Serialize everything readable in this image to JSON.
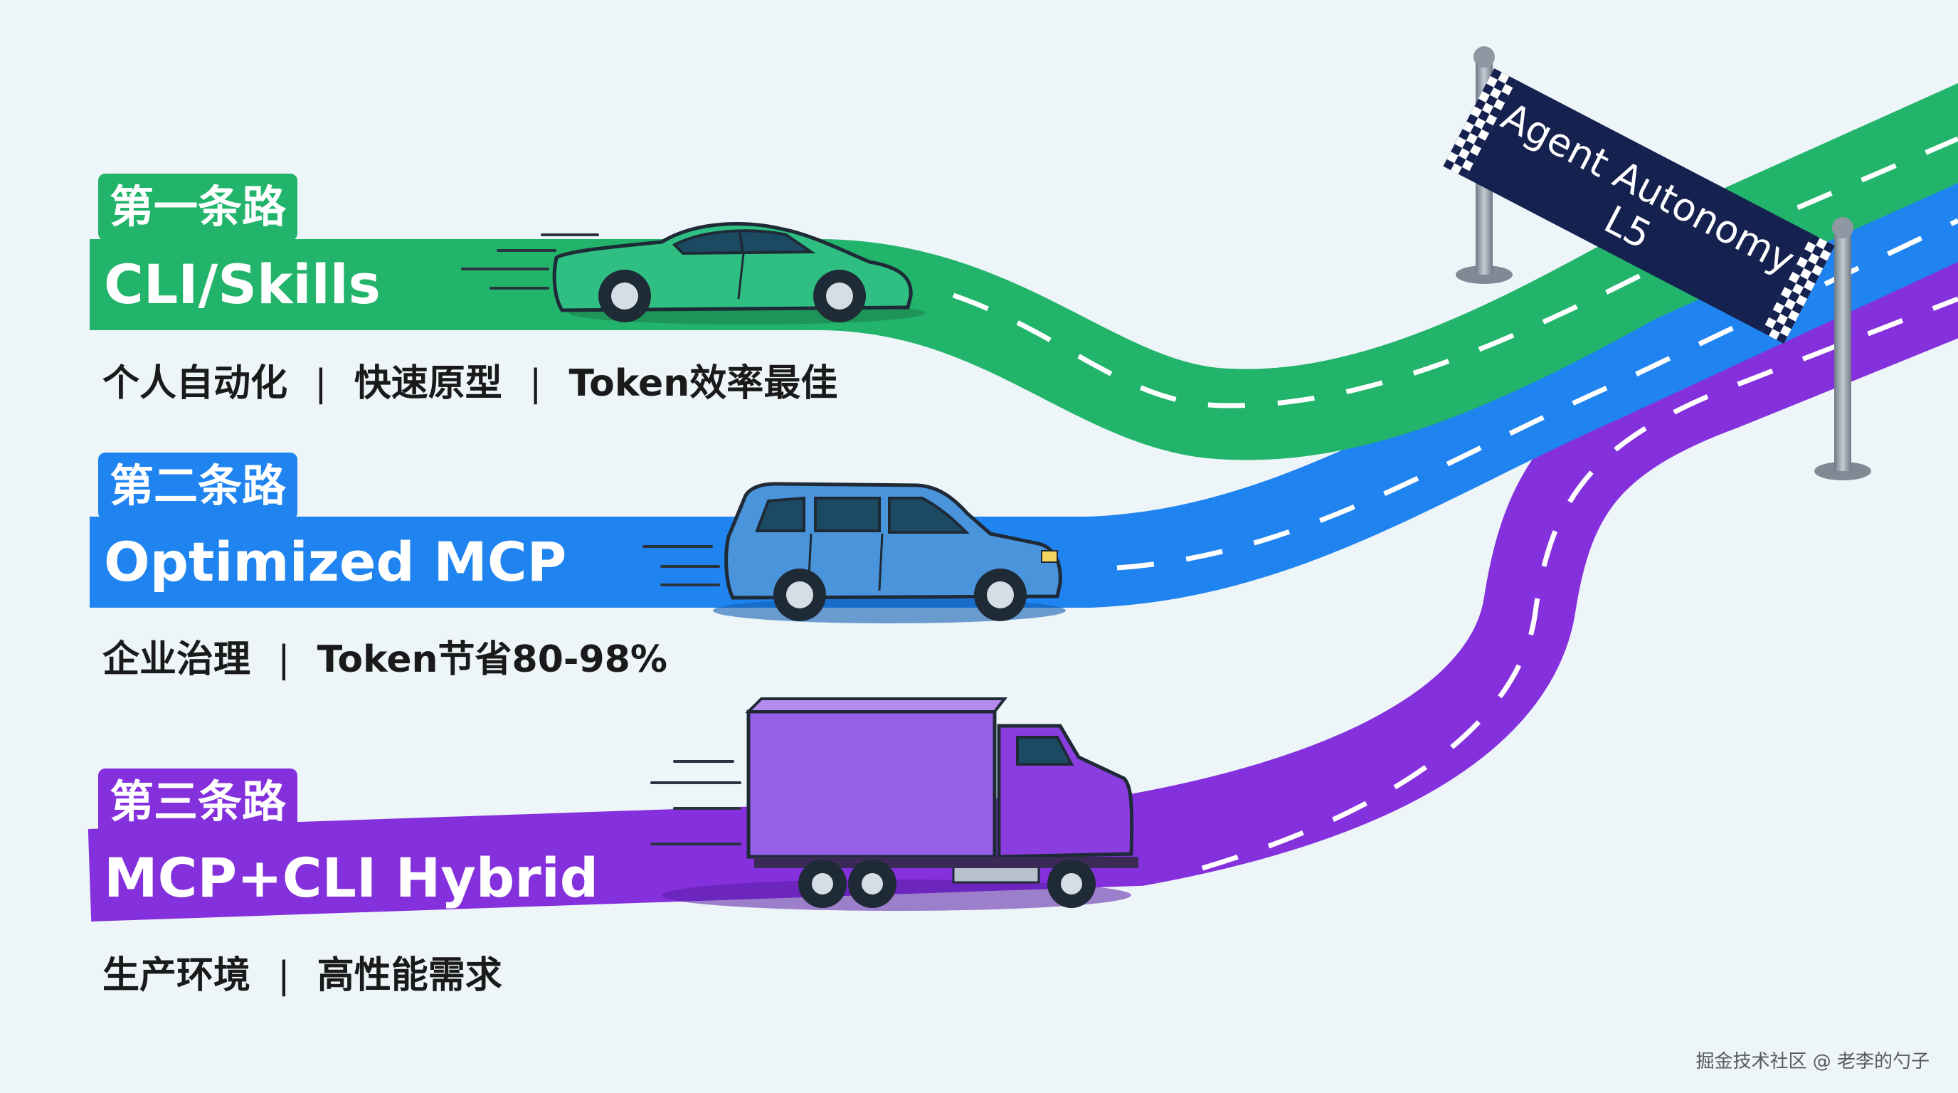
{
  "colors": {
    "background": "#eef5f9",
    "road_green": "#22b46b",
    "road_blue": "#1f84f0",
    "road_purple": "#8430dc",
    "banner": "#15214f",
    "text": "#1a1a1a"
  },
  "finish_banner": {
    "line1": "Agent Autonomy",
    "line2": "L5"
  },
  "roads": [
    {
      "tag": "第一条路",
      "title": "CLI/Skills",
      "features": [
        "个人自动化",
        "快速原型",
        "Token效率最佳"
      ],
      "vehicle": "sports-car"
    },
    {
      "tag": "第二条路",
      "title": "Optimized MCP",
      "features": [
        "企业治理",
        "Token节省80-98%"
      ],
      "vehicle": "suv"
    },
    {
      "tag": "第三条路",
      "title": "MCP+CLI Hybrid",
      "features": [
        "生产环境",
        "高性能需求"
      ],
      "vehicle": "truck"
    }
  ],
  "separator": "|",
  "watermark": "掘金技术社区 @ 老李的勺子"
}
